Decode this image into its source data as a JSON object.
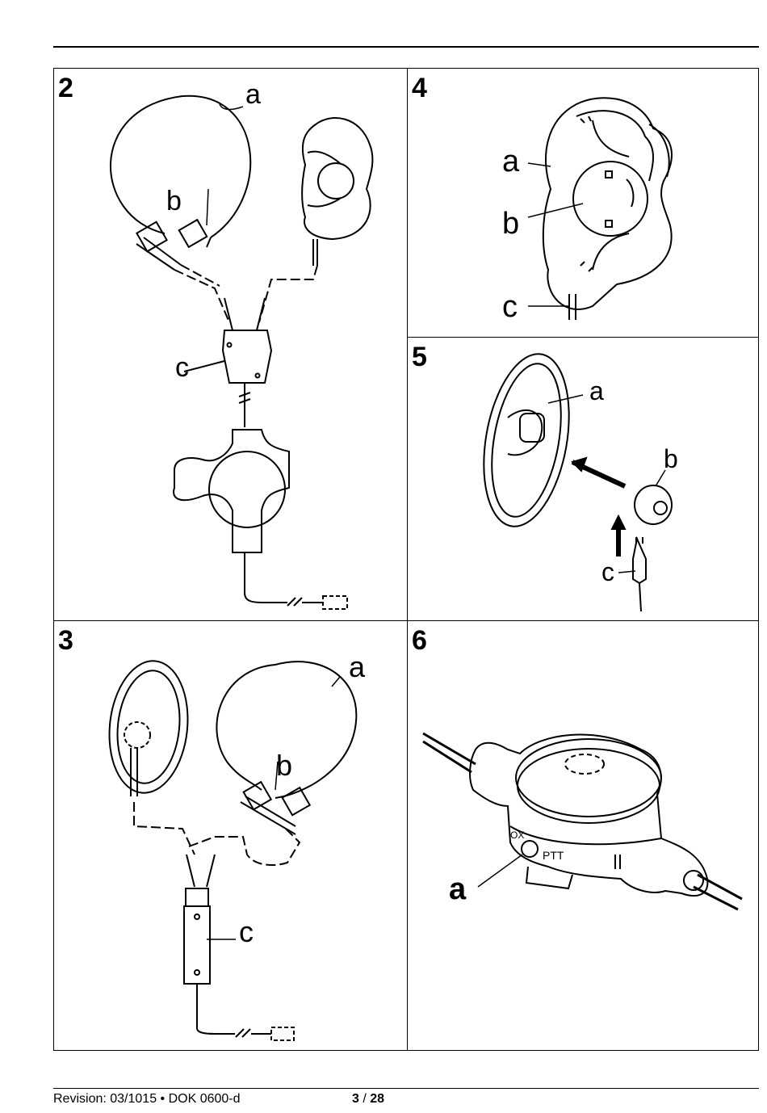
{
  "figures": [
    {
      "number": "2",
      "labels": {
        "a": "a",
        "b": "b",
        "c": "c"
      }
    },
    {
      "number": "3",
      "labels": {
        "a": "a",
        "b": "b",
        "c": "c"
      }
    },
    {
      "number": "4",
      "labels": {
        "a": "a",
        "b": "b",
        "c": "c"
      }
    },
    {
      "number": "5",
      "labels": {
        "a": "a",
        "b": "b",
        "c": "c"
      }
    },
    {
      "number": "6",
      "labels": {
        "a": "a",
        "ptt": "PTT",
        "ox": "OX"
      }
    }
  ],
  "footer": {
    "revision": "Revision: 03/1015 • DOK 0600-d",
    "page_current": "3",
    "page_separator": " / ",
    "page_total": "28"
  }
}
